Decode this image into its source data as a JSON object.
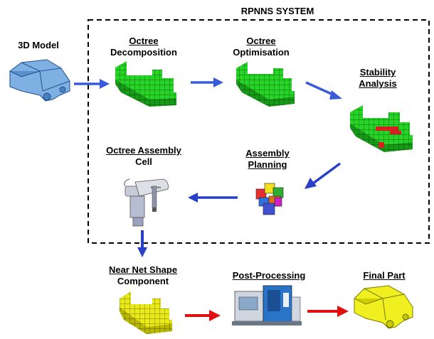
{
  "system": {
    "title": "RPNNS SYSTEM"
  },
  "stages": {
    "model": {
      "line1": "3D Model"
    },
    "decomposition": {
      "line1": "Octree",
      "line2": "Decomposition"
    },
    "optimisation": {
      "line1": "Octree",
      "line2": "Optimisation"
    },
    "stability": {
      "line1": "Stability",
      "line2": "Analysis"
    },
    "assembly_cell": {
      "line1": "Octree Assembly",
      "line2": "Cell"
    },
    "assembly_planning": {
      "line1": "Assembly",
      "line2": "Planning"
    },
    "near_net": {
      "line1": "Near Net Shape",
      "line2": "Component"
    },
    "post_processing": {
      "line1": "Post-Processing"
    },
    "final_part": {
      "line1": "Final Part"
    }
  },
  "robot": {
    "brand": "EPSON"
  },
  "colors": {
    "blue_arrow": "#3a5bd9",
    "red_arrow": "#e01010",
    "octree_green": "#22cc22",
    "near_net_yellow": "#e6e600",
    "model_blue": "#6fa0d8",
    "stability_highlight": "#d42020"
  }
}
